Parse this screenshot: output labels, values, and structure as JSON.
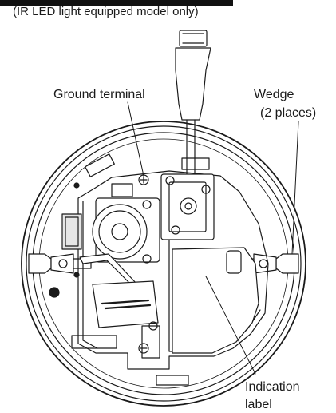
{
  "header": {
    "caption": "(IR LED light equipped model only)"
  },
  "labels": {
    "ground_terminal": "Ground terminal",
    "wedge_line1": "Wedge",
    "wedge_line2": "(2 places)",
    "indication_line1": "Indication",
    "indication_line2": "label"
  },
  "colors": {
    "line": "#1a1a1a",
    "background": "#ffffff",
    "shade": "#e6e6e6"
  }
}
